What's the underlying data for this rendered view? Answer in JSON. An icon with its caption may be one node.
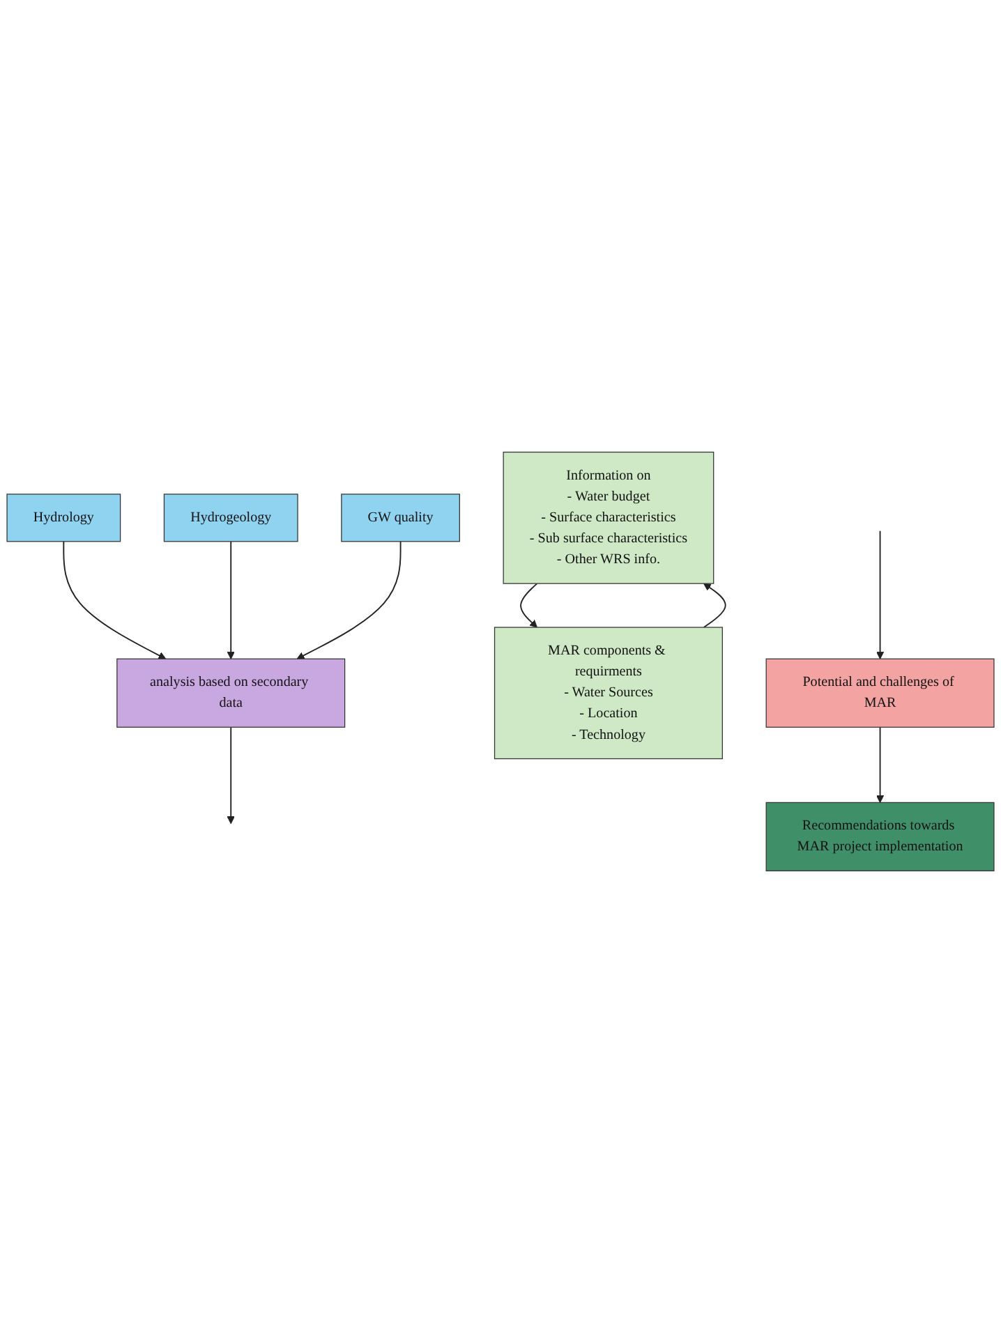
{
  "diagram": {
    "nodes": [
      {
        "text": [
          "Hydrology"
        ]
      },
      {
        "text": [
          "Hydrogeology"
        ]
      },
      {
        "text": [
          "GW quality"
        ]
      },
      {
        "text": [
          "analysis based on secondary data"
        ]
      },
      {
        "text": [
          "Information on",
          "- Water budget",
          "- Surface characteristics",
          "- Sub surface characteristics",
          "- Other WRS info."
        ]
      },
      {
        "text": [
          "MAR components & requirments",
          "- Water Sources",
          "- Location",
          "- Technology"
        ]
      },
      {
        "text": [
          "Potential and challenges of MAR"
        ]
      },
      {
        "text": [
          "Recommendations towards MAR project implementation"
        ]
      }
    ],
    "edges": [
      {
        "from": 0,
        "to": 3,
        "arrow": "to"
      },
      {
        "from": 1,
        "to": 3,
        "arrow": "to"
      },
      {
        "from": 2,
        "to": 3,
        "arrow": "to"
      },
      {
        "from": 3,
        "to": null,
        "arrow": "to"
      },
      {
        "from": 4,
        "to": 5,
        "arrow": "to"
      },
      {
        "from": 5,
        "to": 4,
        "arrow": "to"
      },
      {
        "from": null,
        "to": 6,
        "arrow": "to"
      },
      {
        "from": 6,
        "to": 7,
        "arrow": "to"
      }
    ]
  }
}
